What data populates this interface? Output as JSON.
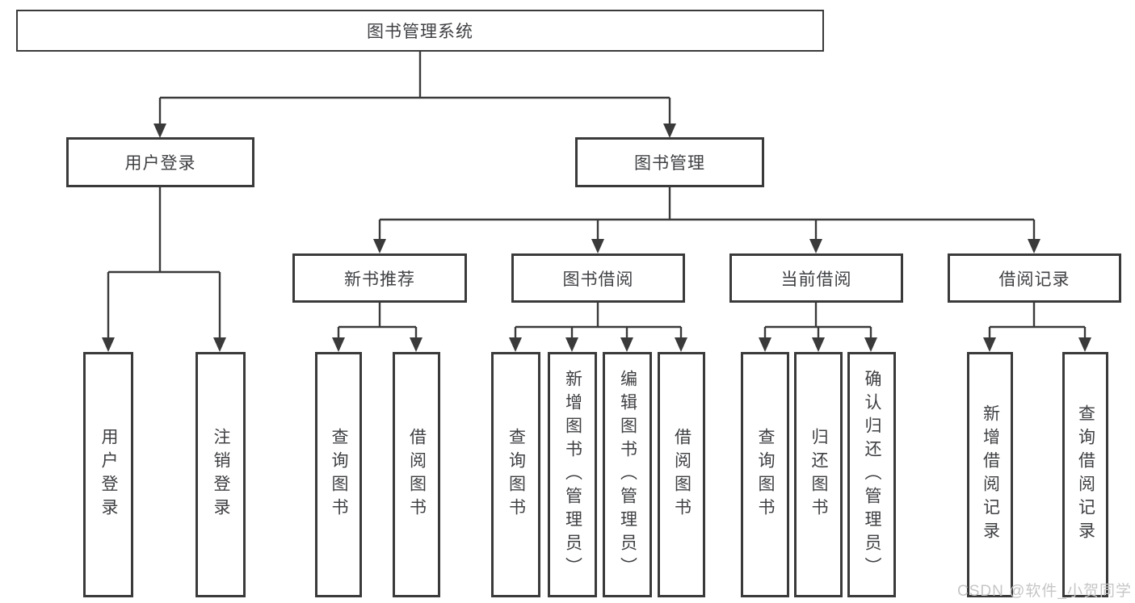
{
  "diagram": {
    "tree": {
      "root": {
        "label": "图书管理系统"
      },
      "children": [
        {
          "label": "用户登录",
          "children": [
            {
              "label": "用户登录"
            },
            {
              "label": "注销登录"
            }
          ]
        },
        {
          "label": "图书管理",
          "children": [
            {
              "label": "新书推荐",
              "children": [
                {
                  "label": "查询图书"
                },
                {
                  "label": "借阅图书"
                }
              ]
            },
            {
              "label": "图书借阅",
              "children": [
                {
                  "label": "查询图书"
                },
                {
                  "label": "新增图书（管理员）"
                },
                {
                  "label": "编辑图书（管理员）"
                },
                {
                  "label": "借阅图书"
                }
              ]
            },
            {
              "label": "当前借阅",
              "children": [
                {
                  "label": "查询图书"
                },
                {
                  "label": "归还图书"
                },
                {
                  "label": "确认归还（管理员）"
                }
              ]
            },
            {
              "label": "借阅记录",
              "children": [
                {
                  "label": "新增借阅记录"
                },
                {
                  "label": "查询借阅记录"
                }
              ]
            }
          ]
        }
      ]
    }
  },
  "watermark": {
    "text": "CSDN @软件_小贺同学"
  },
  "colors": {
    "line": "#3a3a3a",
    "text": "#3f4043",
    "watermark": "#c6c6c6",
    "background": "#ffffff"
  }
}
